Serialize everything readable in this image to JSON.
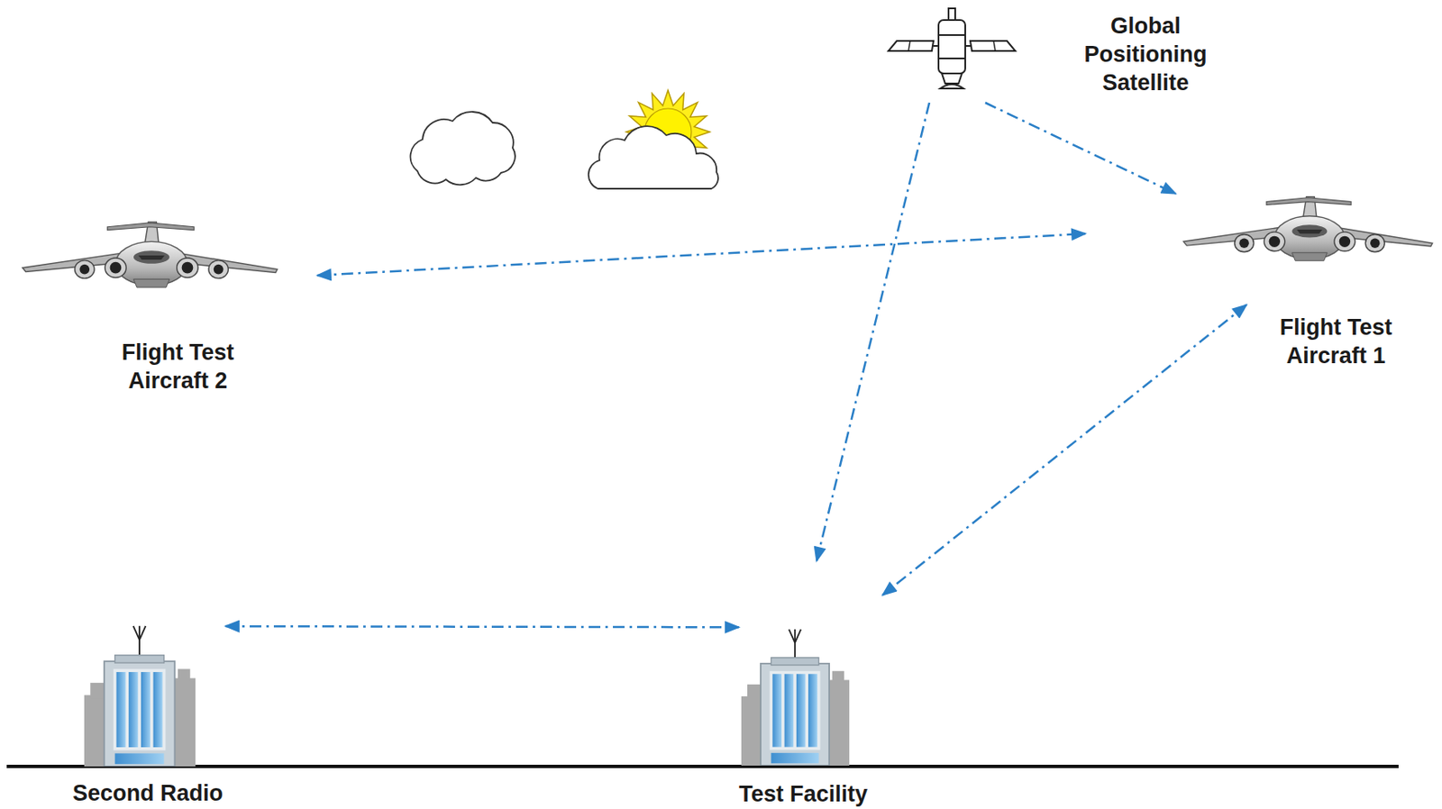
{
  "diagram": {
    "nodes": [
      {
        "text": [
          "Global Positioning Satellite"
        ]
      },
      {
        "text": [
          "Flight Test Aircraft 2"
        ]
      },
      {
        "text": [
          "Flight Test Aircraft 1"
        ]
      },
      {
        "text": [
          "Second Radio"
        ]
      },
      {
        "text": [
          "Test Facility"
        ]
      }
    ],
    "edges": [
      {
        "from": 0,
        "to": 2,
        "arrow": "to"
      },
      {
        "from": 0,
        "to": 4,
        "arrow": "to"
      },
      {
        "from": 1,
        "to": 2,
        "arrow": "both"
      },
      {
        "from": 2,
        "to": 4,
        "arrow": "both"
      },
      {
        "from": 3,
        "to": 4,
        "arrow": "both"
      }
    ]
  }
}
